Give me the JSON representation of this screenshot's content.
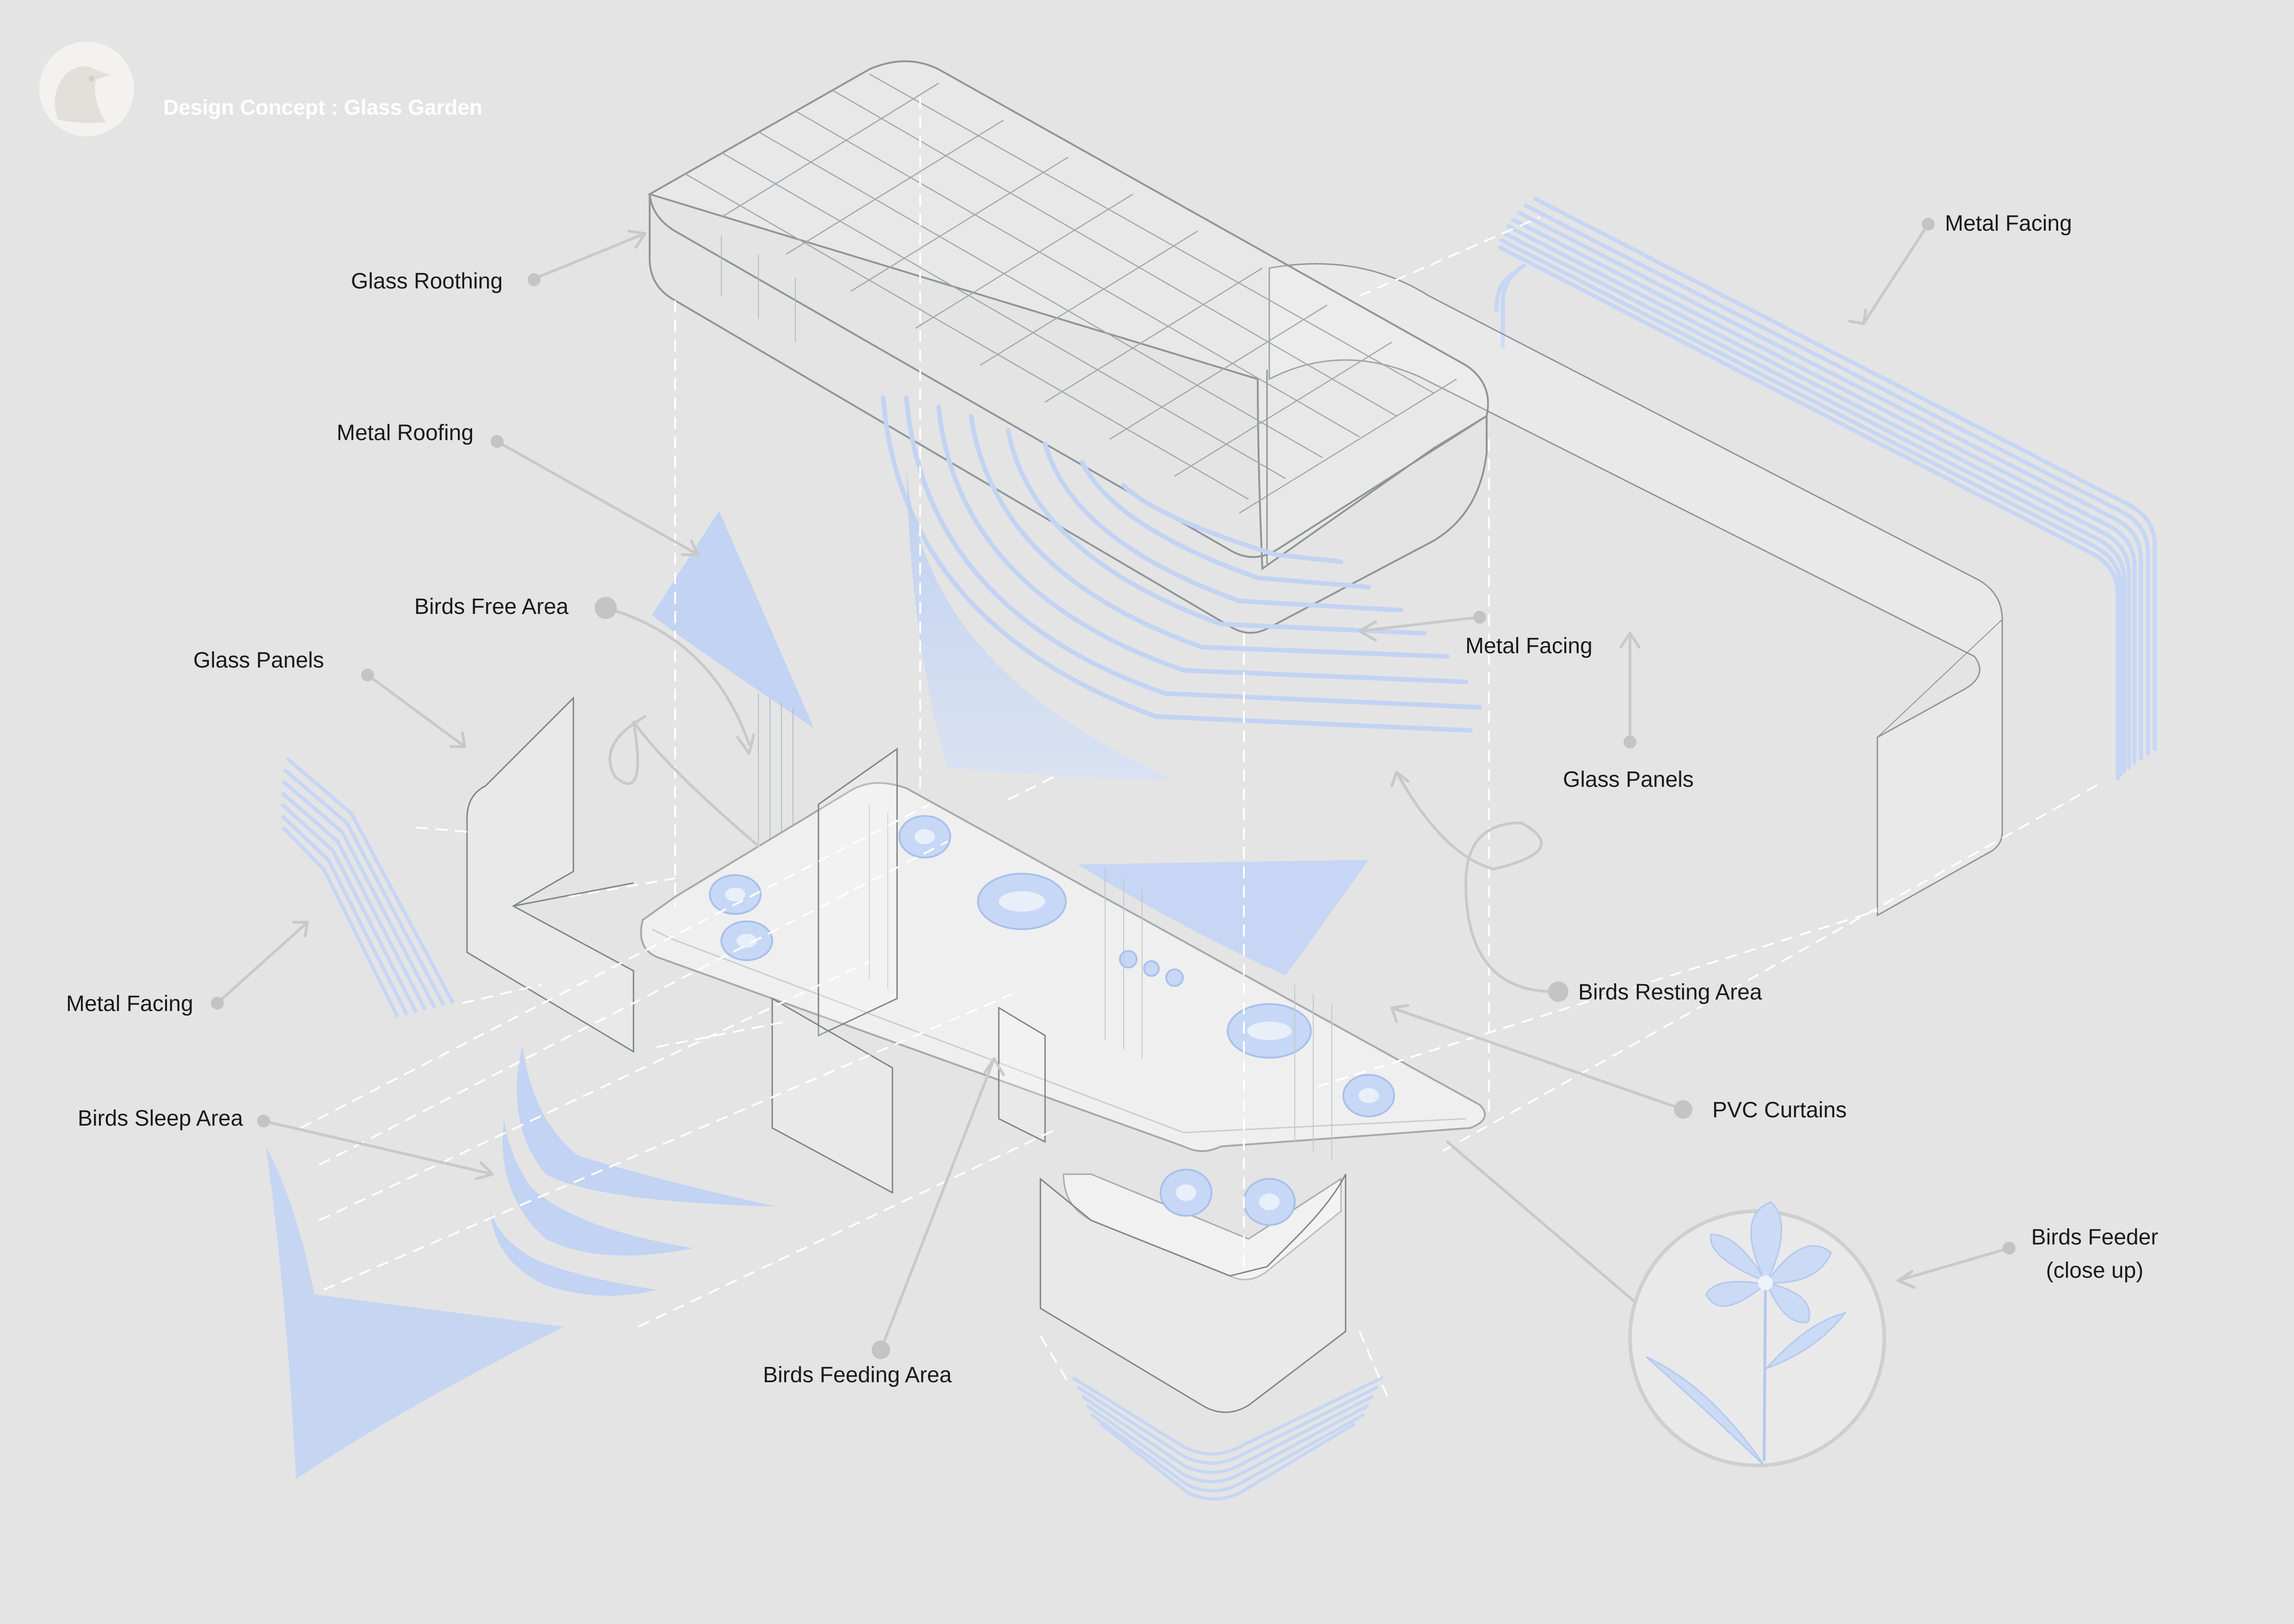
{
  "title": "Design Concept : Glass Garden",
  "labels": {
    "glass_roothing": "Glass Roothing",
    "metal_roofing": "Metal Roofing",
    "birds_free_area": "Birds Free Area",
    "glass_panels_left": "Glass Panels",
    "metal_facing_left": "Metal Facing",
    "birds_sleep_area": "Birds Sleep Area",
    "birds_feeding_area": "Birds Feeding Area",
    "metal_facing_top_right": "Metal Facing",
    "metal_facing_center": "Metal Facing",
    "glass_panels_right": "Glass Panels",
    "birds_resting_area": "Birds  Resting  Area",
    "pvc_curtains": "PVC Curtains",
    "birds_feeder_line1": "Birds Feeder",
    "birds_feeder_line2": "(close up)"
  },
  "icons": {
    "logo": "bird-head-icon",
    "feeder": "flower-icon"
  },
  "colors": {
    "background": "#e4e4e4",
    "accent_blue": "#c4d4f2",
    "glass_line": "#9aa0a4",
    "leader_line": "#c8c8c8",
    "dashed_line": "#ffffff"
  }
}
